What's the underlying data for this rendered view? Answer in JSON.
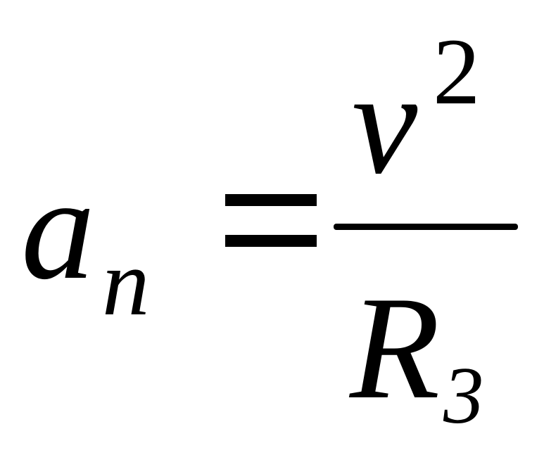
{
  "formula": {
    "lhs": {
      "base": "a",
      "subscript": "n"
    },
    "operator": "=",
    "fraction": {
      "numerator": {
        "base": "v",
        "superscript": "2"
      },
      "denominator": {
        "base": "R",
        "subscript": "3"
      }
    }
  }
}
